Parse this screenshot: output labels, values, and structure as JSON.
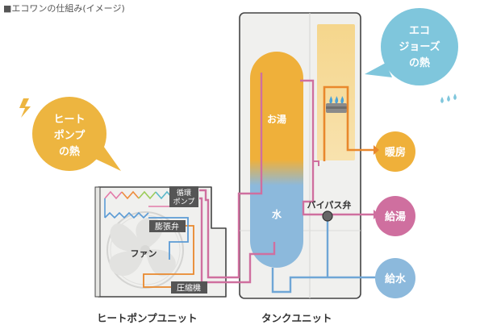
{
  "caption": "■エコワンの仕組み(イメージ)",
  "bubbles": {
    "heatpump_heat": {
      "line1": "ヒート",
      "line2": "ポンプ",
      "line3": "の熱"
    },
    "ecojoze_heat": {
      "line1": "エコ",
      "line2": "ジョーズ",
      "line3": "の熱"
    }
  },
  "labels": {
    "hot_water": "お湯",
    "water": "水",
    "bypass_valve": "バイパス弁",
    "circulation_pump_line1": "循環",
    "circulation_pump_line2": "ポンプ",
    "expansion_valve": "膨張弁",
    "fan": "ファン",
    "compressor": "圧縮機",
    "heat_pump_unit": "ヒートポンプユニット",
    "tank_unit": "タンクユニット"
  },
  "outputs": {
    "heating": "暖房",
    "hot_water_supply": "給湯",
    "water_supply": "給水"
  },
  "colors": {
    "hot": "#efb03a",
    "cold": "#8cb9dc",
    "pink": "#cf6f9f",
    "orange_pipe": "#e9882c",
    "unit_fill": "#f0f0ee",
    "unit_stroke": "#444444",
    "bubble_blue": "#7fc6dc",
    "bubble_yellow": "#edb540",
    "ecojoze_panel": "#f4d487"
  }
}
